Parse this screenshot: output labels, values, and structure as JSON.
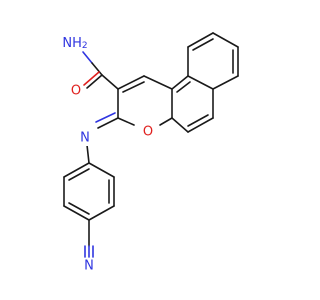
{
  "structure": {
    "atoms": [
      {
        "id": "n_amide",
        "label": "N",
        "sub": "H",
        "sub_n": "2",
        "color": "#2f35e0"
      },
      {
        "id": "o_amide",
        "label": "O",
        "color": "#e0201e"
      },
      {
        "id": "n_imine",
        "label": "N",
        "color": "#2f35e0"
      },
      {
        "id": "o_ring",
        "label": "O",
        "color": "#e0201e"
      },
      {
        "id": "n_nitrile",
        "label": "N",
        "color": "#2f35e0"
      }
    ]
  },
  "colors": {
    "bond": "#1a1a1a",
    "nitrogen": "#2f35e0",
    "oxygen": "#e0201e",
    "background": "#ffffff"
  }
}
